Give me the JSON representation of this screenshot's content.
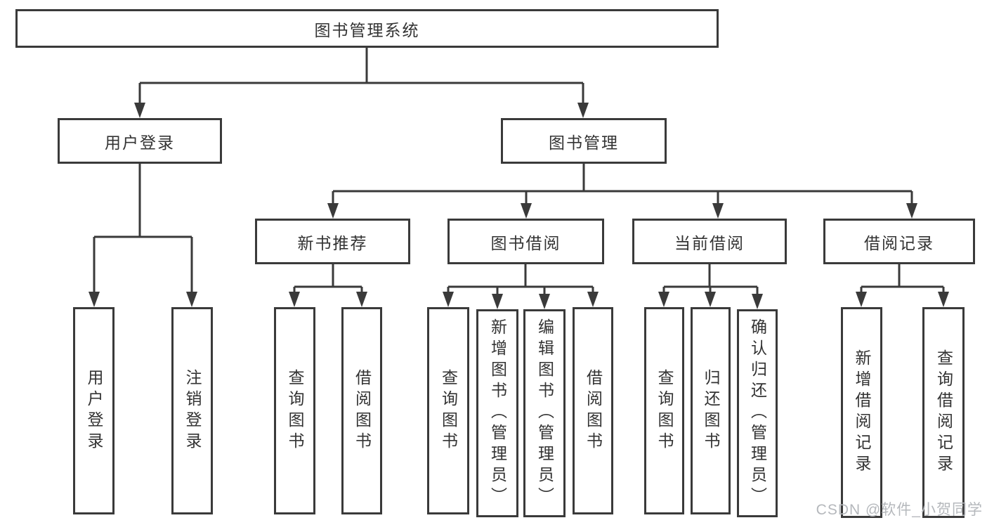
{
  "diagram": {
    "type": "tree",
    "watermark": "CSDN @软件_小贺同学",
    "colors": {
      "line": "#3a3a3a",
      "box_border": "#3a3a3a",
      "text": "#333333",
      "background": "#ffffff",
      "watermark": "#b5b8bc"
    },
    "tree": {
      "root": {
        "label": "图书管理系统",
        "children": [
          {
            "label": "用户登录",
            "children": [
              {
                "label": "用户登录"
              },
              {
                "label": "注销登录"
              }
            ]
          },
          {
            "label": "图书管理",
            "children": [
              {
                "label": "新书推荐",
                "children": [
                  {
                    "label": "查询图书"
                  },
                  {
                    "label": "借阅图书"
                  }
                ]
              },
              {
                "label": "图书借阅",
                "children": [
                  {
                    "label": "查询图书"
                  },
                  {
                    "label": "新增图书（管理员）"
                  },
                  {
                    "label": "编辑图书（管理员）"
                  },
                  {
                    "label": "借阅图书"
                  }
                ]
              },
              {
                "label": "当前借阅",
                "children": [
                  {
                    "label": "查询图书"
                  },
                  {
                    "label": "归还图书"
                  },
                  {
                    "label": "确认归还（管理员）"
                  }
                ]
              },
              {
                "label": "借阅记录",
                "children": [
                  {
                    "label": "新增借阅记录"
                  },
                  {
                    "label": "查询借阅记录"
                  }
                ]
              }
            ]
          }
        ]
      }
    }
  }
}
